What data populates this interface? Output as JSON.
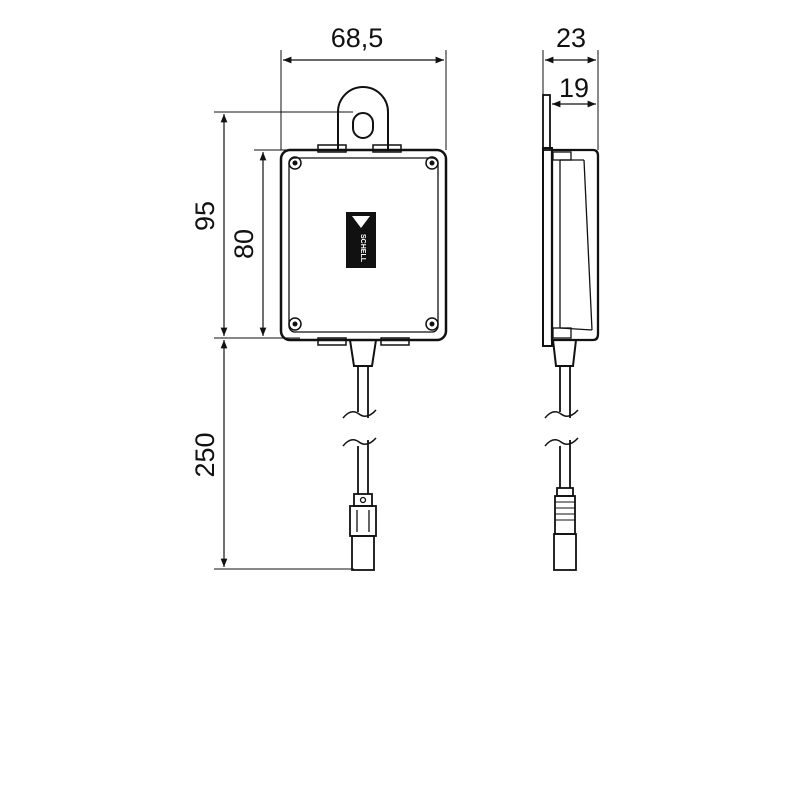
{
  "dimensions": {
    "width_front": "68,5",
    "depth_total": "23",
    "depth_body": "19",
    "height_total": "95",
    "height_body": "80",
    "cable_length": "250"
  },
  "logo": {
    "text": "SCHELL"
  }
}
